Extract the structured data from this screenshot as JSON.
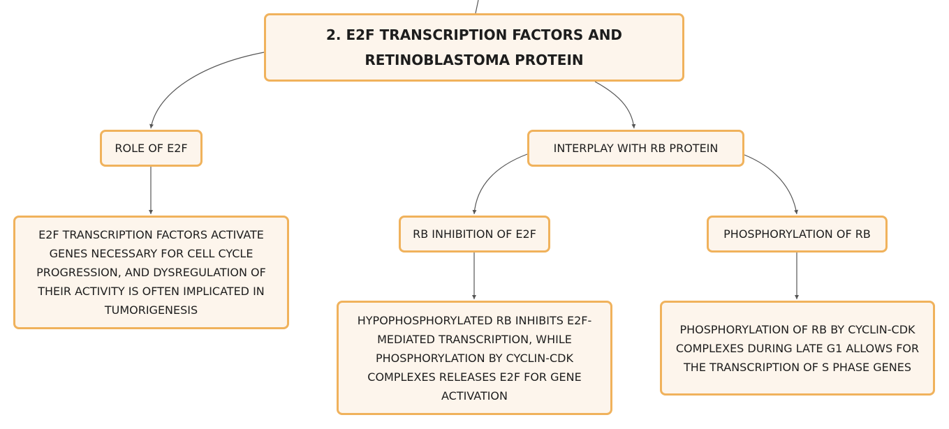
{
  "diagram": {
    "root": {
      "title": "2. E2F TRANSCRIPTION FACTORS AND RETINOBLASTOMA PROTEIN"
    },
    "branches": [
      {
        "label": "ROLE OF E2F",
        "detail": "E2F TRANSCRIPTION FACTORS ACTIVATE GENES NECESSARY FOR CELL CYCLE PROGRESSION, AND DYSREGULATION OF THEIR ACTIVITY IS OFTEN IMPLICATED IN TUMORIGENESIS"
      },
      {
        "label": "INTERPLAY WITH RB PROTEIN",
        "children": [
          {
            "label": "RB INHIBITION OF E2F",
            "detail": "HYPOPHOSPHORYLATED RB INHIBITS E2F-MEDIATED TRANSCRIPTION, WHILE PHOSPHORYLATION BY CYCLIN-CDK COMPLEXES RELEASES E2F FOR GENE ACTIVATION"
          },
          {
            "label": "PHOSPHORYLATION OF RB",
            "detail": "PHOSPHORYLATION OF RB BY CYCLIN-CDK COMPLEXES DURING LATE G1 ALLOWS FOR THE TRANSCRIPTION OF S PHASE GENES"
          }
        ]
      }
    ],
    "colors": {
      "node_fill": "#fdf5ec",
      "node_border": "#f0b25c",
      "text": "#1d1d1d",
      "connector": "#555555"
    }
  }
}
